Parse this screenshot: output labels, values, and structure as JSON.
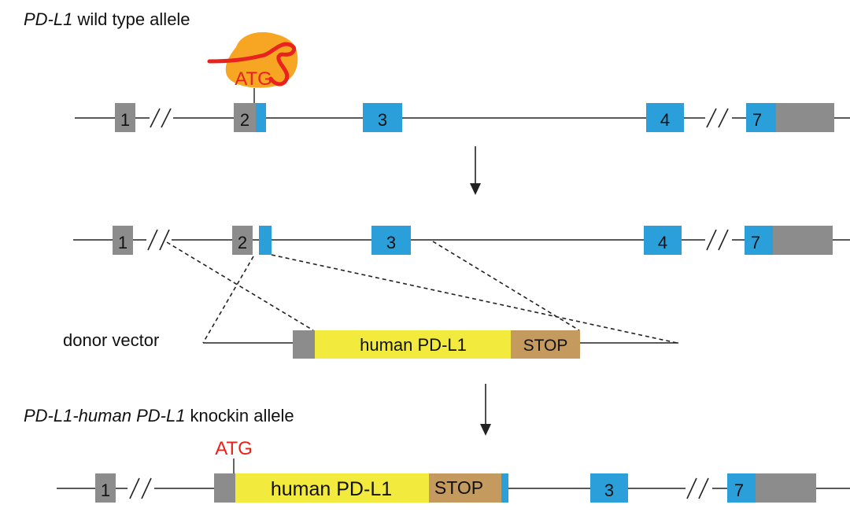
{
  "wild_type": {
    "title_gene": "PD-L1",
    "title_rest": " wild type allele",
    "atg": "ATG",
    "exons": [
      "1",
      "2",
      "3",
      "4",
      "7"
    ]
  },
  "intermediate": {
    "exons": [
      "1",
      "2",
      "3",
      "4",
      "7"
    ]
  },
  "donor": {
    "label": "donor vector",
    "human": "human PD-L1",
    "stop": "STOP"
  },
  "knockin": {
    "title_gene": "PD-L1-human PD-L1",
    "title_rest": " knockin allele",
    "atg": "ATG",
    "human": "human PD-L1",
    "stop": "STOP",
    "exons": [
      "1",
      "3",
      "7"
    ]
  },
  "colors": {
    "exon_gray": "#8c8c8c",
    "exon_blue": "#2b9fd9",
    "human_yellow": "#f2ea3c",
    "stop_brown": "#c49a5e",
    "atg_red": "#e8221d",
    "protein_orange": "#f6a623"
  }
}
